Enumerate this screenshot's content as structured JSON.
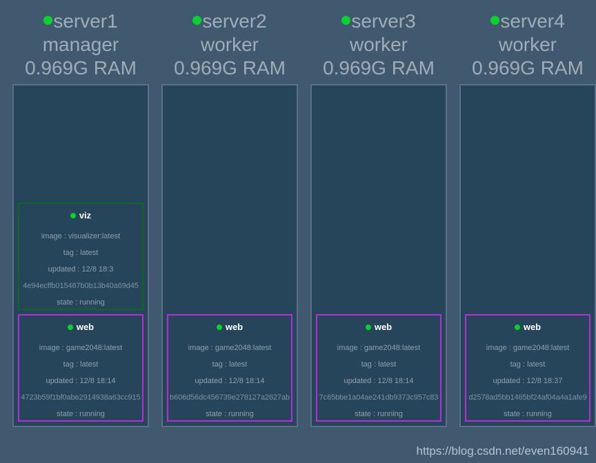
{
  "page": {
    "background_color": "#41596f",
    "watermark": "https://blog.csdn.net/even160941"
  },
  "colors": {
    "node_box_bg": "#26455b",
    "node_box_border": "#5b7187",
    "status_dot_green": "#00d52a",
    "viz_border": "#0b6b26",
    "web_border": "#b52ed6",
    "header_text": "#9fadb8",
    "task_label_text": "#8fa0ad",
    "task_title_text": "#ffffff"
  },
  "nodes": [
    {
      "name": "server1",
      "status_icon": "green-dot-icon",
      "role": "manager",
      "ram": "0.969G RAM",
      "tasks": [
        {
          "name": "viz",
          "status_icon": "green-dot-icon",
          "type": "viz",
          "image": "image : visualizer:latest",
          "tag": "tag : latest",
          "updated": "updated : 12/8 18:3",
          "hash": "4e94ecffb015467b0b13b40a69d45",
          "state": "state : running"
        },
        {
          "name": "web",
          "status_icon": "green-dot-icon",
          "type": "web",
          "image": "image : game2048:latest",
          "tag": "tag : latest",
          "updated": "updated : 12/8 18:14",
          "hash": "4723b59f1bf0abe2914938a63cc915",
          "state": "state : running"
        }
      ]
    },
    {
      "name": "server2",
      "status_icon": "green-dot-icon",
      "role": "worker",
      "ram": "0.969G RAM",
      "tasks": [
        {
          "name": "web",
          "status_icon": "green-dot-icon",
          "type": "web",
          "image": "image : game2048:latest",
          "tag": "tag : latest",
          "updated": "updated : 12/8 18:14",
          "hash": "b606d56dc456739e278127a2627ab",
          "state": "state : running"
        }
      ]
    },
    {
      "name": "server3",
      "status_icon": "green-dot-icon",
      "role": "worker",
      "ram": "0.969G RAM",
      "tasks": [
        {
          "name": "web",
          "status_icon": "green-dot-icon",
          "type": "web",
          "image": "image : game2048:latest",
          "tag": "tag : latest",
          "updated": "updated : 12/8 18:14",
          "hash": "7c65bbe1a04ae241db9373c957c83",
          "state": "state : running"
        }
      ]
    },
    {
      "name": "server4",
      "status_icon": "green-dot-icon",
      "role": "worker",
      "ram": "0.969G RAM",
      "tasks": [
        {
          "name": "web",
          "status_icon": "green-dot-icon",
          "type": "web",
          "image": "image : game2048:latest",
          "tag": "tag : latest",
          "updated": "updated : 12/8 18:37",
          "hash": "d2578ad5bb1465bf24af04a4a1afe9",
          "state": "state : running"
        }
      ]
    }
  ]
}
